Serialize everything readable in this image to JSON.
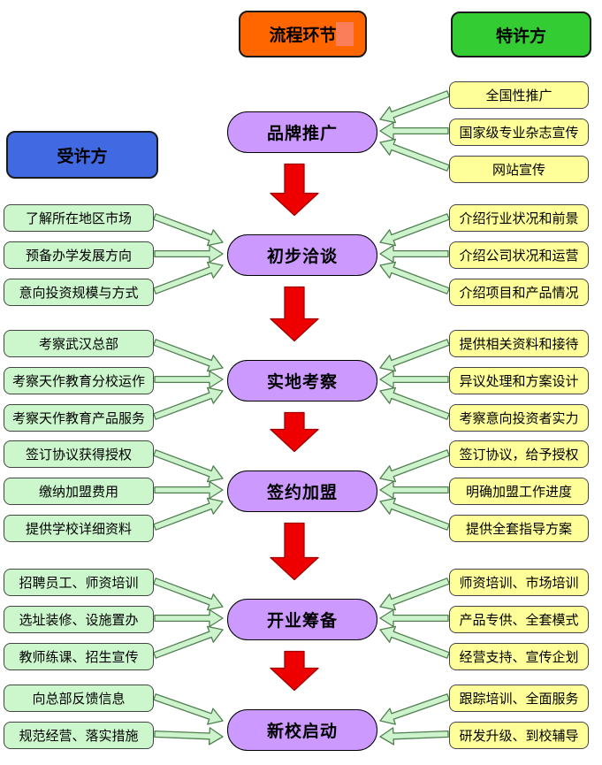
{
  "legend": {
    "process": {
      "label": "流程环节",
      "color": "#ff6600"
    },
    "franchisor": {
      "label": "特许方",
      "color": "#33cc33"
    },
    "franchisee": {
      "label": "受许方",
      "color": "#4169e1"
    }
  },
  "colors": {
    "stage_fill": "#cc99ff",
    "franchisee_box_fill": "#ccf7cc",
    "franchisor_box_fill": "#ffff99",
    "connector_fill": "#cdf3cd",
    "connector_stroke": "#4f7f4f",
    "flow_arrow_fill": "#ee0000",
    "flow_arrow_stroke": "#a00000"
  },
  "sections": [
    {
      "step": "品牌推广",
      "left": [],
      "right": [
        "全国性推广",
        "国家级专业杂志宣传",
        "网站宣传"
      ]
    },
    {
      "step": "初步洽谈",
      "left": [
        "了解所在地区市场",
        "预备办学发展方向",
        "意向投资规模与方式"
      ],
      "right": [
        "介绍行业状况和前景",
        "介绍公司状况和运营",
        "介绍项目和产品情况"
      ]
    },
    {
      "step": "实地考察",
      "left": [
        "考察武汉总部",
        "考察天作教育分校运作",
        "考察天作教育产品服务"
      ],
      "right": [
        "提供相关资料和接待",
        "异议处理和方案设计",
        "考察意向投资者实力"
      ]
    },
    {
      "step": "签约加盟",
      "left": [
        "签订协议获得授权",
        "缴纳加盟费用",
        "提供学校详细资料"
      ],
      "right": [
        "签订协议，给予授权",
        "明确加盟工作进度",
        "提供全套指导方案"
      ]
    },
    {
      "step": "开业筹备",
      "left": [
        "招聘员工、师资培训",
        "选址装修、设施置办",
        "教师练课、招生宣传"
      ],
      "right": [
        "师资培训、市场培训",
        "产品专供、全套模式",
        "经营支持、宣传企划"
      ]
    },
    {
      "step": "新校启动",
      "left": [
        "向总部反馈信息",
        "规范经营、落实措施"
      ],
      "right": [
        "跟踪培训、全面服务",
        "研发升级、到校辅导"
      ]
    }
  ]
}
